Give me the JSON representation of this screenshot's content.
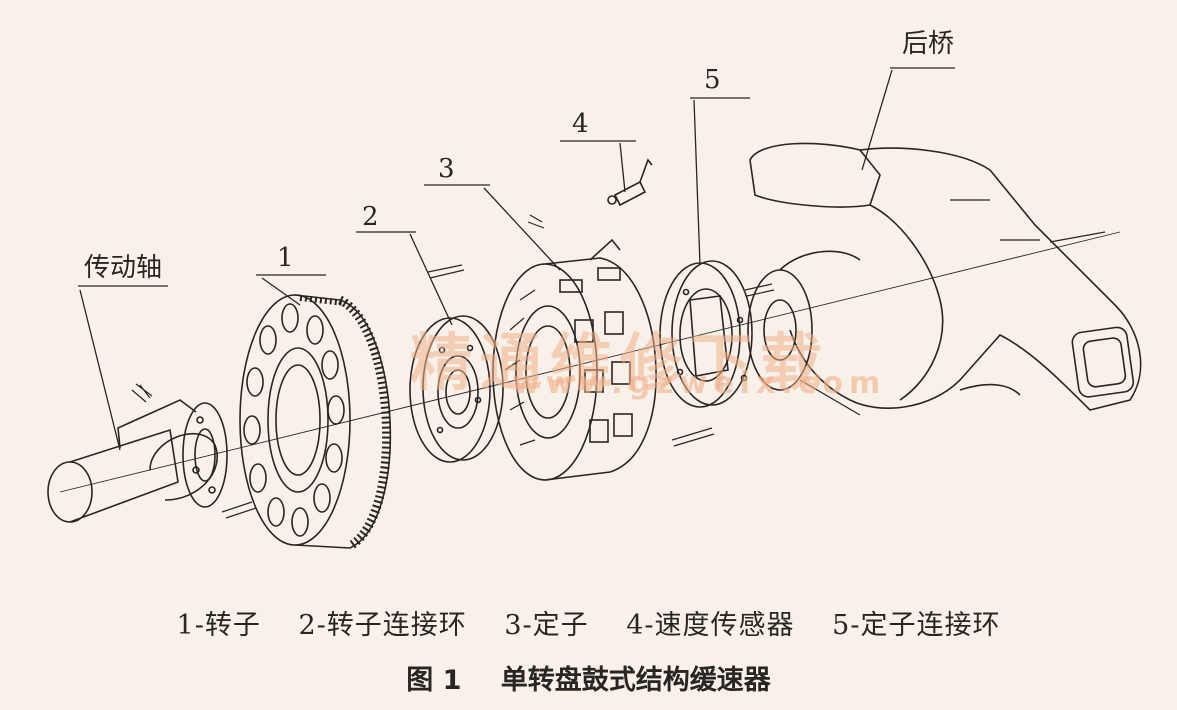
{
  "labels": {
    "drive_shaft": "传动轴",
    "rear_axle": "后桥",
    "n1": "1",
    "n2": "2",
    "n3": "3",
    "n4": "4",
    "n5": "5"
  },
  "legend": {
    "item1": "1-转子",
    "item2": "2-转子连接环",
    "item3": "3-定子",
    "item4": "4-速度传感器",
    "item5": "5-定子连接环"
  },
  "caption": {
    "figure_number": "图 1",
    "title": "单转盘鼓式结构缓速器"
  },
  "watermark": {
    "text": "精通维修下载",
    "url": "www.gzweix.com"
  },
  "colors": {
    "line": "#2a2522",
    "background": "#f7f1ea",
    "watermark": "#f2b08a"
  }
}
